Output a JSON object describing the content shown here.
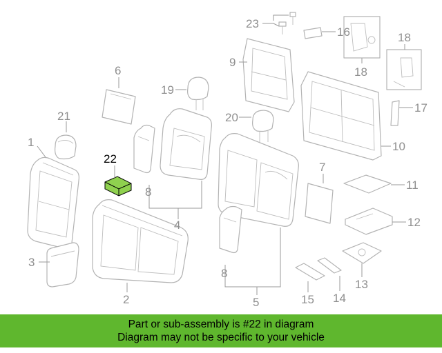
{
  "diagram": {
    "callouts": {
      "c1": "1",
      "c2": "2",
      "c3": "3",
      "c4": "4",
      "c5": "5",
      "c6": "6",
      "c7": "7",
      "c8a": "8",
      "c8b": "8",
      "c9": "9",
      "c10": "10",
      "c11": "11",
      "c12": "12",
      "c13": "13",
      "c14": "14",
      "c15": "15",
      "c16": "16",
      "c17": "17",
      "c18a": "18",
      "c18b": "18",
      "c19": "19",
      "c20": "20",
      "c21": "21",
      "c22": "22",
      "c23": "23"
    },
    "highlighted_part": "22",
    "highlight_color": "#8fd14f",
    "line_color": "#b3b3b3"
  },
  "banner": {
    "line1": "Part or sub-assembly is #22 in diagram",
    "line2": "Diagram may not be specific to your vehicle",
    "color": "#5fb72e"
  }
}
